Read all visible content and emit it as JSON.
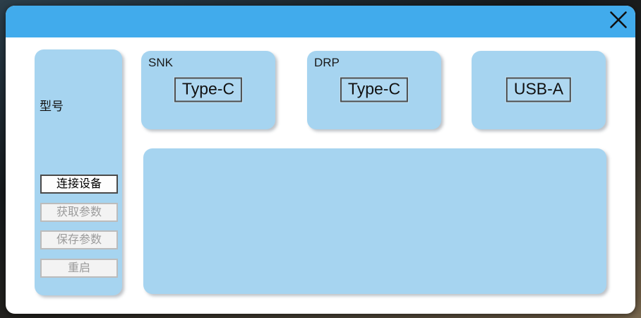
{
  "colors": {
    "titlebar-blue": "#41ABEC",
    "panel-blue": "#A6D4F0",
    "dialog-bg": "#FFFFFF",
    "enabled-btn-text": "#000000",
    "disabled-btn-text": "#9B9B9B"
  },
  "titlebar": {
    "close_icon": "✕"
  },
  "sidebar": {
    "label": "型号",
    "buttons": [
      {
        "label": "连接设备",
        "enabled": true
      },
      {
        "label": "获取参数",
        "enabled": false
      },
      {
        "label": "保存参数",
        "enabled": false
      },
      {
        "label": "重启",
        "enabled": false
      }
    ]
  },
  "port_panels": [
    {
      "label": "SNK",
      "button_label": "Type-C"
    },
    {
      "label": "DRP",
      "button_label": "Type-C"
    },
    {
      "label": "",
      "button_label": "USB-A"
    }
  ],
  "content_panel": {
    "text": ""
  }
}
